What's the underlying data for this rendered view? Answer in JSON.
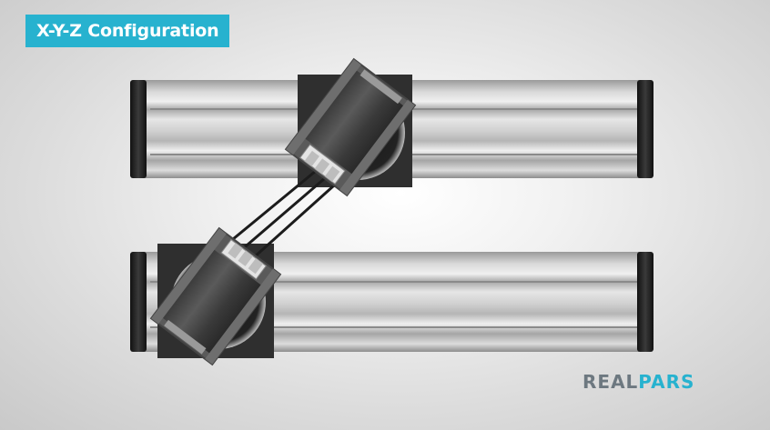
{
  "header": {
    "title": "X-Y-Z Configuration"
  },
  "logo": {
    "part1": "REAL",
    "part2": "PARS",
    "colors": {
      "part1": "#6d7880",
      "part2": "#27b2cf"
    }
  },
  "colors": {
    "accent": "#27b2cf",
    "rail": "#c8c8c8",
    "carriage": "#333333",
    "motor_frame": "#555555"
  }
}
